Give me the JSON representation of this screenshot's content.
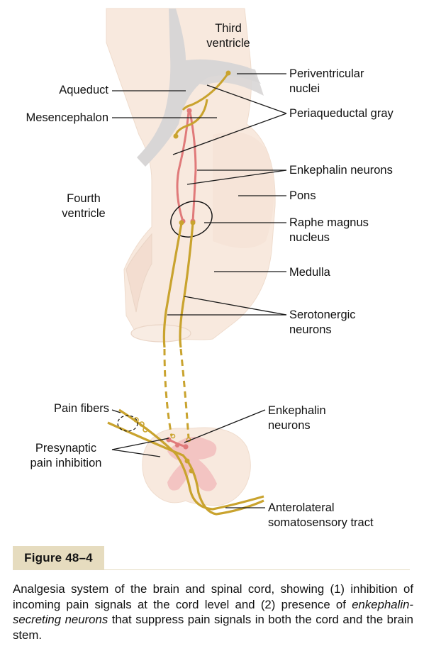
{
  "labels": {
    "third_ventricle": "Third\nventricle",
    "aqueduct": "Aqueduct",
    "mesencephalon": "Mesencephalon",
    "periventricular_nuclei": "Periventricular\nnuclei",
    "periaqueductal_gray": "Periaqueductal gray",
    "enkephalin_neurons_top": "Enkephalin neurons",
    "fourth_ventricle": "Fourth\nventricle",
    "pons": "Pons",
    "raphe_magnus": "Raphe magnus\nnucleus",
    "medulla": "Medulla",
    "serotonergic_neurons": "Serotonergic\nneurons",
    "pain_fibers": "Pain fibers",
    "enkephalin_neurons_cord": "Enkephalin\nneurons",
    "presynaptic_inhibition": "Presynaptic\npain inhibition",
    "anterolateral_tract": "Anterolateral\nsomatosensory tract"
  },
  "figure": {
    "label": "Figure 48–4",
    "caption_part1": "Analgesia system of the brain and spinal cord, showing (1) inhibition of incoming pain signals at the cord level and (2) presence of ",
    "caption_emphasis": "enkephalin-secreting neurons",
    "caption_part2": " that suppress pain signals in both the cord and the brain stem."
  },
  "colors": {
    "tissue": "#f8e9de",
    "tissue_edge": "#eedccd",
    "ventricle": "#d8d6d6",
    "gray_matter": "#f2bdbd",
    "serotonergic_fiber": "#c9a32e",
    "enkephalin_fiber": "#e07a7a",
    "leader_line": "#1a1a1a",
    "figure_label_bg": "#e6dcbf"
  }
}
